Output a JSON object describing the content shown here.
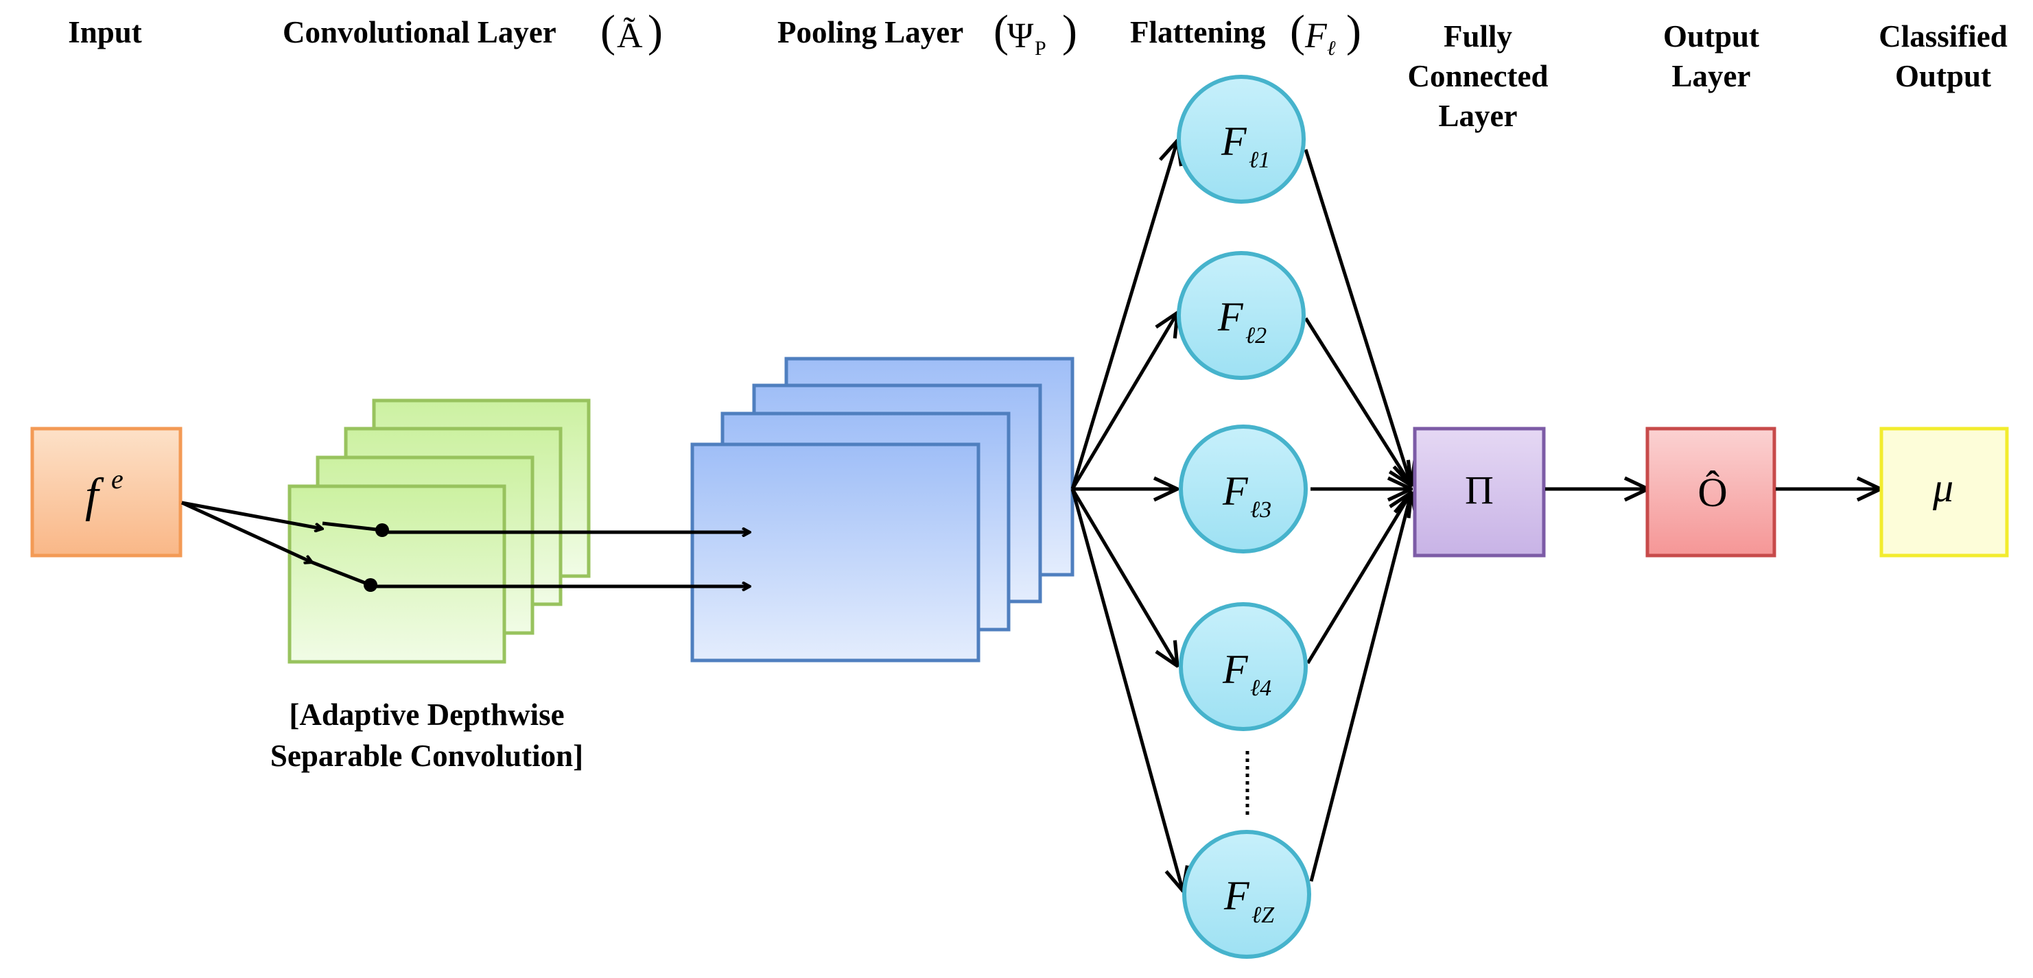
{
  "headers": {
    "input": "Input",
    "conv_prefix": "Convolutional Layer",
    "conv_symbol": "Ã",
    "pool_prefix": "Pooling Layer",
    "pool_symbol": "Ψ",
    "pool_symbol_sub": "P",
    "flat_prefix": "Flattening",
    "flat_symbol": "F",
    "flat_symbol_sub": "ℓ",
    "fc_lines": [
      "Fully",
      "Connected",
      "Layer"
    ],
    "output_lines": [
      "Output",
      "Layer"
    ],
    "classified_lines": [
      "Classified",
      "Output"
    ]
  },
  "conv_caption": [
    "[Adaptive Depthwise",
    "Separable Convolution]"
  ],
  "input_box": {
    "symbol": "f",
    "superscript": "e"
  },
  "flatten_nodes": [
    {
      "symbol": "F",
      "sub": "ℓ1"
    },
    {
      "symbol": "F",
      "sub": "ℓ2"
    },
    {
      "symbol": "F",
      "sub": "ℓ3"
    },
    {
      "symbol": "F",
      "sub": "ℓ4"
    },
    {
      "symbol": "F",
      "sub": "ℓZ"
    }
  ],
  "fc_box": {
    "symbol": "Π"
  },
  "output_box": {
    "symbol": "Ô"
  },
  "classified_box": {
    "symbol": "μ"
  },
  "colors": {
    "input_fill_top": "#fde1c8",
    "input_fill_bottom": "#f9b787",
    "input_stroke": "#f39a55",
    "conv_fill_top": "#ccf1a1",
    "conv_fill_bottom": "#f1fce6",
    "conv_stroke": "#98c35e",
    "pool_fill_top": "#9fbef7",
    "pool_fill_bottom": "#e4edfd",
    "pool_stroke": "#4f7fbf",
    "node_fill_top": "#c7f0fb",
    "node_fill_bottom": "#9ee1f3",
    "node_stroke": "#46b3cc",
    "fc_fill_top": "#e5d8f4",
    "fc_fill_bottom": "#c8b3e6",
    "fc_stroke": "#7c5ba6",
    "out_fill_top": "#fbd2d2",
    "out_fill_bottom": "#f59696",
    "out_stroke": "#c74a4a",
    "cls_fill": "#fdfdd9",
    "cls_stroke": "#f2ec2d"
  }
}
